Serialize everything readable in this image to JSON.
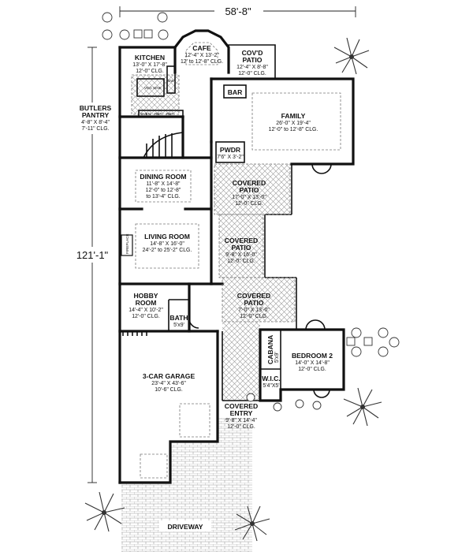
{
  "dimensions": {
    "overall_width": "58'-8\"",
    "overall_depth": "121'-1\""
  },
  "rooms": {
    "kitchen": {
      "name": "KITCHEN",
      "size": "13'-0\" X 17'-8\"",
      "ceiling": "12'-0\" CLG."
    },
    "cafe": {
      "name": "CAFE",
      "size": "12'-4\" X 13'-2\"",
      "ceiling": "12' to 12'-8\" CLG."
    },
    "covd_patio": {
      "name": "COV'D",
      "name2": "PATIO",
      "size": "12'-4\" X 8'-8\"",
      "ceiling": "12'-0\" CLG."
    },
    "butlers": {
      "name": "BUTLERS",
      "name2": "PANTRY",
      "size": "4'-8\" X 8'-4\"",
      "ceiling": "7'-11\" CLG."
    },
    "bar": {
      "name": "BAR"
    },
    "family": {
      "name": "FAMILY",
      "size": "26'-0\" X 19'-4\"",
      "ceiling": "12'-0\" to 12'-8\" CLG."
    },
    "pwdr": {
      "name": "PWDR",
      "size": "7'6\" X 3'-2\""
    },
    "dining": {
      "name": "DINING ROOM",
      "size": "11'-8\" X 14'-8\"",
      "ceiling": "12'-0\" to 12'-8\"",
      "ceiling2": "to 13'-4\" CLG."
    },
    "patio1": {
      "name": "COVERED",
      "name2": "PATIO",
      "size": "17'-0\" X 13'-0\"",
      "ceiling": "12'-0\" CLG."
    },
    "living": {
      "name": "LIVING ROOM",
      "size": "14'-8\" X 16'-0\"",
      "ceiling": "24'-2\" to 25'-2\" CLG."
    },
    "patio2": {
      "name": "COVERED",
      "name2": "PATIO",
      "size": "9'-8\" X 16'-0\"",
      "ceiling": "12'-0\" CLG."
    },
    "hobby": {
      "name": "HOBBY",
      "name2": "ROOM",
      "size": "14'-4\" X 10'-2\"",
      "ceiling": "12'-0\" CLG."
    },
    "bath": {
      "name": "BATH",
      "size": "5'x9'"
    },
    "patio3": {
      "name": "COVERED",
      "name2": "PATIO",
      "size": "7'-0\" X 13'-0\"",
      "ceiling": "12'-0\" CLG."
    },
    "cabana": {
      "name": "CABANA",
      "size": "5'x9'"
    },
    "bedroom2": {
      "name": "BEDROOM 2",
      "size": "14'-0\" X 14'-8\"",
      "ceiling": "12'-0\" CLG."
    },
    "wic": {
      "name": "W.I.C.",
      "size": "5'4\"X5'"
    },
    "garage": {
      "name": "3-CAR GARAGE",
      "size": "23'-4\" X 43'-6\"",
      "ceiling": "10'-6\" CLG."
    },
    "entry": {
      "name": "COVERED",
      "name2": "ENTRY",
      "size": "9'-8\" X 14'-4\"",
      "ceiling": "12'-0\" CLG."
    },
    "driveway": {
      "name": "DRIVEWAY"
    }
  },
  "labels": {
    "oven": "OVEN",
    "ref1": "REF",
    "ref2": "REF",
    "fireplace": "FIREPLACE",
    "veg_sink": "VEG SINK",
    "dw": "DW"
  }
}
